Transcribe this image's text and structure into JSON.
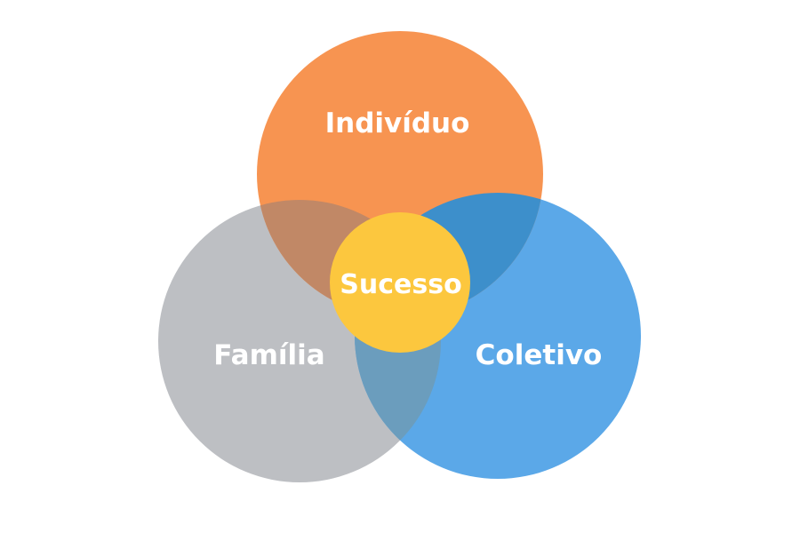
{
  "diagram": {
    "circles": [
      {
        "id": "individuo",
        "label": "Indivíduo",
        "color": "#F79451"
      },
      {
        "id": "familia",
        "label": "Família",
        "color": "#BDBFC3"
      },
      {
        "id": "coletivo",
        "label": "Coletivo",
        "color": "#5BA8E8"
      }
    ],
    "center": {
      "label": "Sucesso",
      "color": "#FCC73E"
    },
    "overlap_colors": {
      "individuo_familia": "#C18866",
      "individuo_coletivo": "#3D8FCB",
      "familia_coletivo": "#6B9DBD"
    }
  }
}
